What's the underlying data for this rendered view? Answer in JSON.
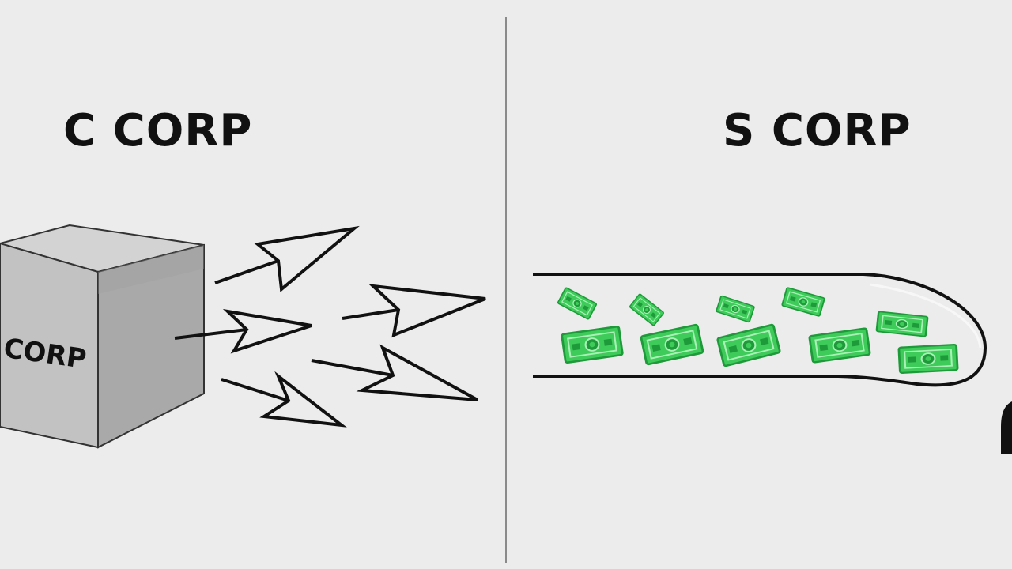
{
  "left_panel": {
    "heading": "C CORP",
    "cube_label": "CORP"
  },
  "right_panel": {
    "heading": "S CORP"
  },
  "colors": {
    "background": "#ececec",
    "ink": "#111111",
    "divider": "#8a8a8a",
    "cube_front": "#bdbdbd",
    "cube_top": "#cfcfcf",
    "cube_side": "#a8a8a8",
    "money_green": "#3ecb5a",
    "money_dark": "#1f9a3a"
  },
  "icons": {
    "arrow": "outline-arrow-icon",
    "bill": "dollar-bill-icon"
  }
}
